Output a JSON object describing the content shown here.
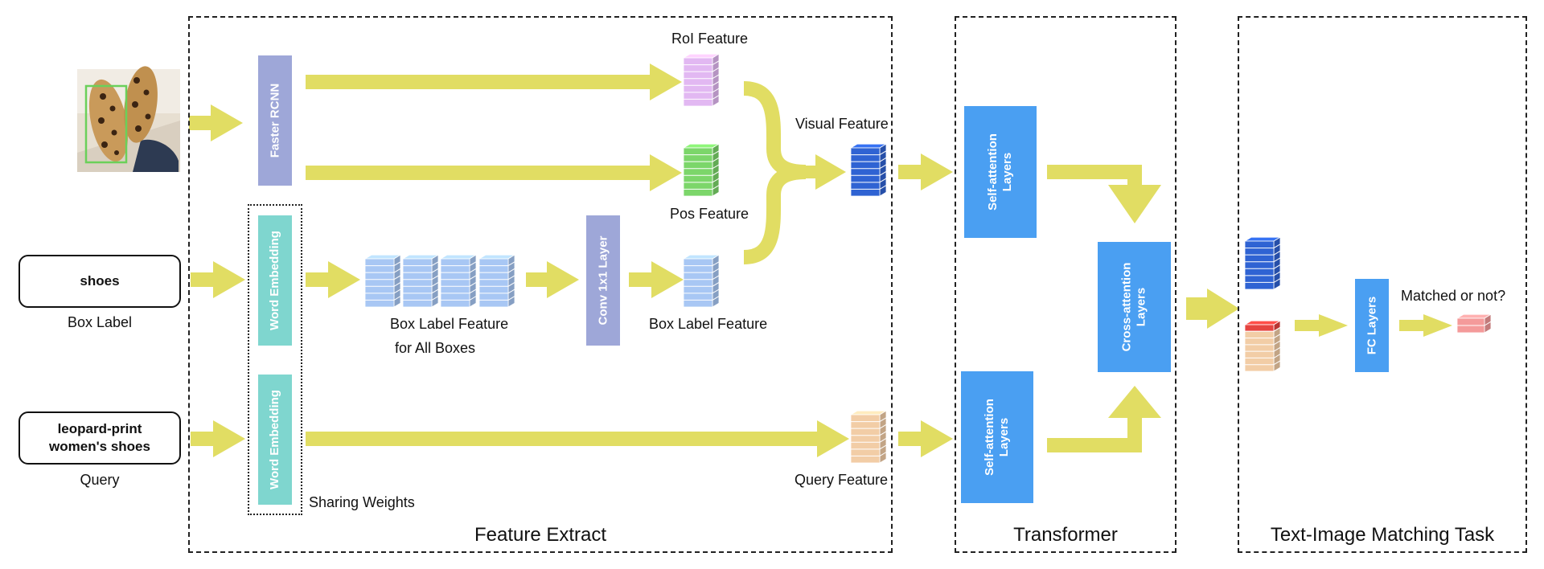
{
  "sections": {
    "feature_extract": "Feature Extract",
    "transformer": "Transformer",
    "matching": "Text-Image Matching Task"
  },
  "inputs": {
    "box_label_value": "shoes",
    "box_label_caption": "Box Label",
    "query_value": "leopard-print\nwomen's shoes",
    "query_caption": "Query"
  },
  "modules": {
    "faster_rcnn": "Faster RCNN",
    "word_embedding_1": "Word Embedding",
    "word_embedding_2": "Word Embedding",
    "sharing_weights": "Sharing Weights",
    "conv_layer": "Conv 1x1 Layer",
    "self_attention_1": "Self-attention\nLayers",
    "self_attention_2": "Self-attention\nLayers",
    "cross_attention": "Cross-attention\nLayers",
    "fc_layers": "FC Layers"
  },
  "features": {
    "roi": "RoI Feature",
    "pos": "Pos Feature",
    "box_label_all_line1": "Box Label Feature",
    "box_label_all_line2": "for All Boxes",
    "box_label": "Box Label Feature",
    "visual": "Visual Feature",
    "query": "Query Feature",
    "output": "Matched or not?"
  },
  "colors": {
    "arrow": "#e1dd63",
    "faster_rcnn": "#9ea7d8",
    "word_embedding": "#7fd6cf",
    "conv": "#9ea7d8",
    "attention": "#4a9ff2",
    "roi_cube": "#e2b8f2",
    "pos_cube": "#7cd66a",
    "box_cube": "#a8c7f4",
    "visual_cube": "#2f63d3",
    "query_cube": "#f2cda6",
    "red_cube": "#e6443f",
    "pink_cube": "#f49a9a"
  },
  "photo": {
    "icon": "shoes-photo"
  }
}
